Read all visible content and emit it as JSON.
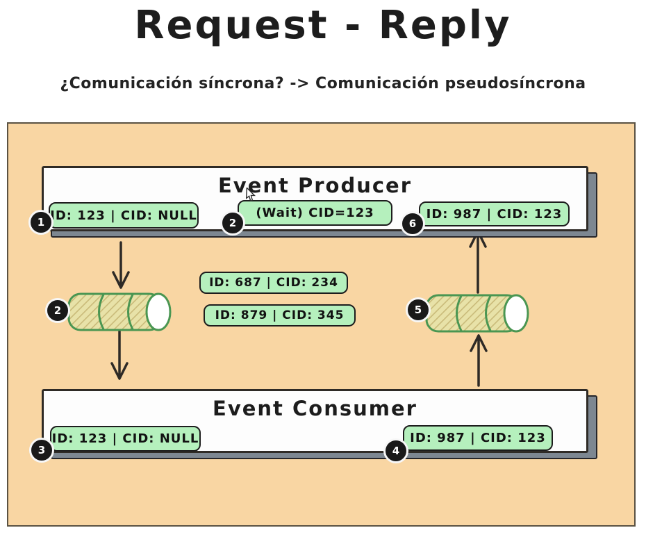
{
  "title": "Request - Reply",
  "subtitle": "¿Comunicación síncrona? -> Comunicación pseudosíncrona",
  "diagram": {
    "producer": {
      "title": "Event Producer",
      "pill_1": {
        "badge": "1",
        "text": "ID: 123 | CID: NULL"
      },
      "pill_2": {
        "badge": "2",
        "text": "(Wait) CID=123"
      },
      "pill_6": {
        "badge": "6",
        "text": "ID: 987 | CID: 123"
      }
    },
    "consumer": {
      "title": "Event Consumer",
      "pill_3": {
        "badge": "3",
        "text": "ID: 123 | CID: NULL"
      },
      "pill_4": {
        "badge": "4",
        "text": "ID: 987 | CID: 123"
      }
    },
    "request_queue": {
      "badge": "2"
    },
    "reply_queue": {
      "badge": "5"
    },
    "messages": {
      "msg_1": "ID: 687 | CID: 234",
      "msg_2": "ID: 879 | CID: 345"
    }
  },
  "colors": {
    "canvas_bg": "#F9D6A3",
    "canvas_border": "#5a5243",
    "pill_bg": "#B5F0BD",
    "pill_border": "#1d1d1d",
    "badge_bg": "#191919",
    "box_bg": "#fdfdfd",
    "box_shadow": "#7d8791",
    "cylinder_stroke": "#4a9652",
    "cylinder_fill": "#E8E2A8",
    "cylinder_hatch": "#C9BA79",
    "arrow": "#2e2a26"
  }
}
